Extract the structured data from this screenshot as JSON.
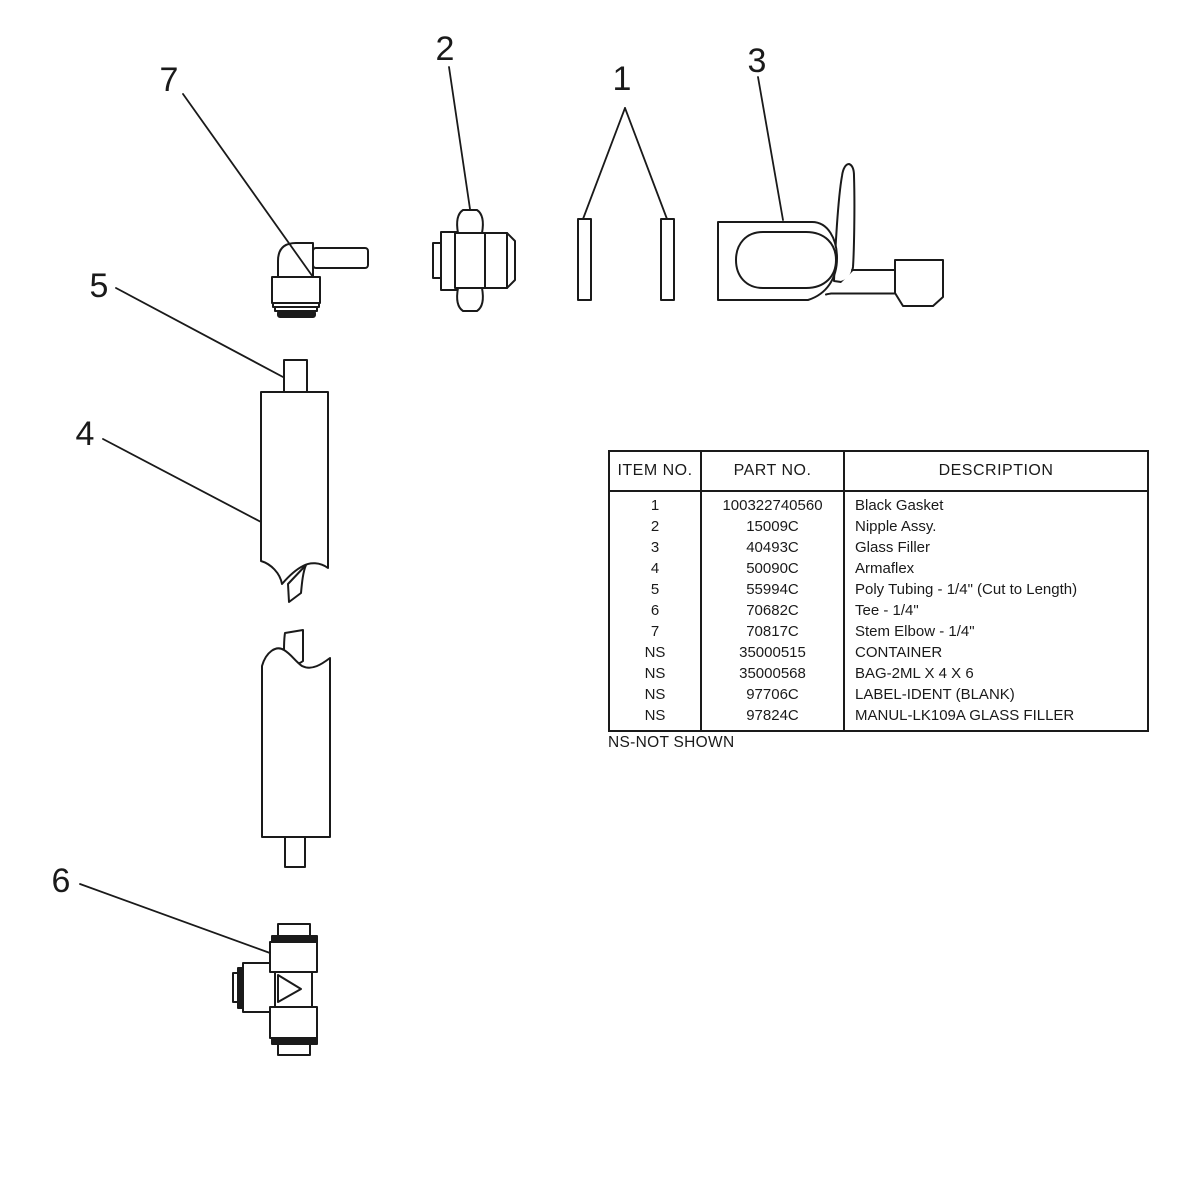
{
  "page": {
    "background": "#ffffff",
    "line_color": "#1a1a1a"
  },
  "callouts": [
    {
      "label": "1"
    },
    {
      "label": "2"
    },
    {
      "label": "3"
    },
    {
      "label": "4"
    },
    {
      "label": "5"
    },
    {
      "label": "6"
    },
    {
      "label": "7"
    }
  ],
  "parts_table": {
    "headers": [
      "ITEM NO.",
      "PART NO.",
      "DESCRIPTION"
    ],
    "rows": [
      {
        "item_no": "1",
        "part_no": "100322740560",
        "description": "Black Gasket"
      },
      {
        "item_no": "2",
        "part_no": "15009C",
        "description": "Nipple Assy."
      },
      {
        "item_no": "3",
        "part_no": "40493C",
        "description": "Glass Filler"
      },
      {
        "item_no": "4",
        "part_no": "50090C",
        "description": "Armaflex"
      },
      {
        "item_no": "5",
        "part_no": "55994C",
        "description": "Poly Tubing - 1/4\" (Cut to Length)"
      },
      {
        "item_no": "6",
        "part_no": "70682C",
        "description": "Tee - 1/4\""
      },
      {
        "item_no": "7",
        "part_no": "70817C",
        "description": "Stem Elbow - 1/4\""
      },
      {
        "item_no": "NS",
        "part_no": "35000515",
        "description": "CONTAINER"
      },
      {
        "item_no": "NS",
        "part_no": "35000568",
        "description": "BAG-2ML X 4 X 6"
      },
      {
        "item_no": "NS",
        "part_no": "97706C",
        "description": "LABEL-IDENT (BLANK)"
      },
      {
        "item_no": "NS",
        "part_no": "97824C",
        "description": "MANUL-LK109A GLASS FILLER"
      }
    ],
    "footnote": "NS-NOT SHOWN"
  }
}
